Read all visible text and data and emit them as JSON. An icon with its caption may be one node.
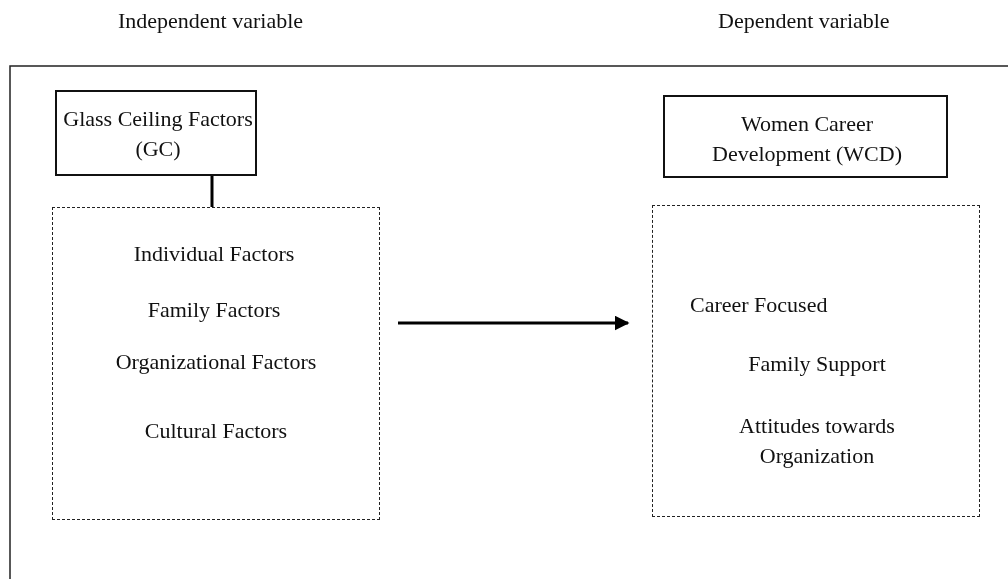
{
  "diagram": {
    "nodes": [
      {
        "text": [
          "Glass Ceiling Factors (GC)"
        ]
      },
      {
        "text": [
          "Individual Factors",
          "Family Factors",
          "Organizational Factors",
          "Cultural Factors"
        ]
      },
      {
        "text": [
          "Women Career Development (WCD)"
        ]
      },
      {
        "text": [
          "Career Focused",
          "Family Support",
          "Attitudes towards Organization"
        ]
      }
    ],
    "edges": [
      {
        "from": 0,
        "to": 1,
        "arrow": "none"
      },
      {
        "from": 1,
        "to": 3,
        "arrow": "to"
      }
    ],
    "labels": [
      "Independent variable",
      "Dependent variable"
    ]
  }
}
